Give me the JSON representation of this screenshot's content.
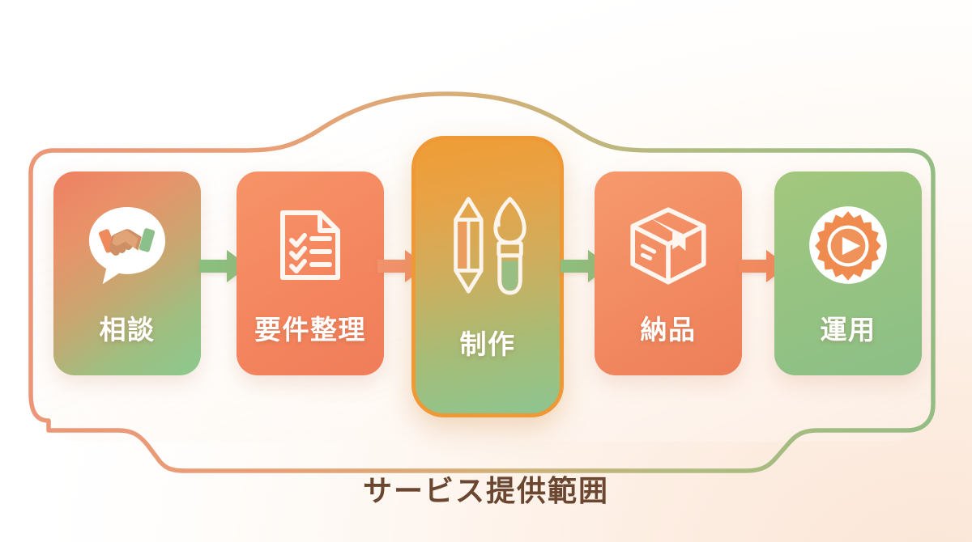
{
  "diagram": {
    "caption": "サービス提供範囲",
    "caption_color": "#6b4630",
    "boundary": {
      "left_color": "#e8936a",
      "right_color": "#93bb7e",
      "mid_color": "#d2a86f"
    },
    "steps": [
      {
        "id": "step-consultation",
        "label": "相談",
        "icon": "handshake-speech-bubble-icon",
        "highlighted": false,
        "fill_class": "fill-mix1",
        "gradient_from": "#ef8062",
        "gradient_to": "#8cc98f"
      },
      {
        "id": "step-requirements",
        "label": "要件整理",
        "icon": "checklist-document-icon",
        "highlighted": false,
        "fill_class": "fill-orange",
        "gradient_from": "#f79368",
        "gradient_to": "#ef7d59"
      },
      {
        "id": "step-production",
        "label": "制作",
        "icon": "pencil-paintbrush-icon",
        "highlighted": true,
        "fill_class": "fill-center",
        "gradient_from": "#ef9d34",
        "gradient_to": "#8dc590",
        "border_color": "#ef9836"
      },
      {
        "id": "step-delivery",
        "label": "納品",
        "icon": "package-box-icon",
        "highlighted": false,
        "fill_class": "fill-orange2",
        "gradient_from": "#f6996d",
        "gradient_to": "#ed7f58"
      },
      {
        "id": "step-operation",
        "label": "運用",
        "icon": "gear-play-icon",
        "highlighted": false,
        "fill_class": "fill-green",
        "gradient_from": "#a3c77d",
        "gradient_to": "#8cbf86"
      }
    ],
    "arrows": [
      {
        "id": "arrow-1",
        "from": "相談",
        "to": "要件整理",
        "color": "#8bbf7e",
        "direction": "right"
      },
      {
        "id": "arrow-2",
        "from": "要件整理",
        "to": "制作",
        "color": "#f2926c",
        "direction": "right"
      },
      {
        "id": "arrow-3",
        "from": "制作",
        "to": "納品",
        "color": "#8fbe7c",
        "direction": "right"
      },
      {
        "id": "arrow-4",
        "from": "納品",
        "to": "運用",
        "color": "#f18a5f",
        "direction": "right"
      }
    ]
  }
}
